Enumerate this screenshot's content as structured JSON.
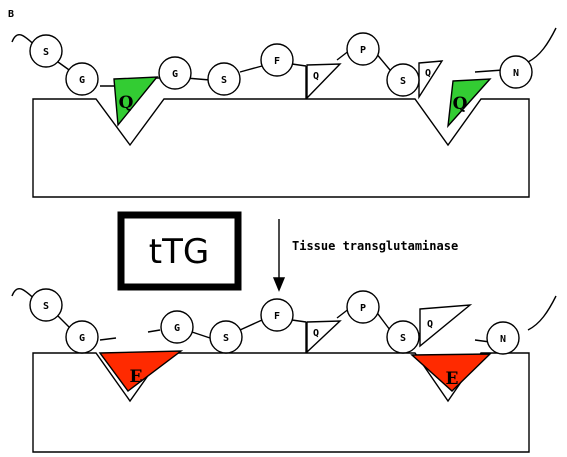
{
  "panel_label": "B",
  "enzyme_box": "tTG",
  "enzyme_caption": "Tissue transglutaminase",
  "colors": {
    "native_site": "#33cc33",
    "modified_site": "#ff2a00",
    "outline": "#000000"
  },
  "top_peptide": [
    "S",
    "G",
    "Q",
    "G",
    "S",
    "F",
    "Q",
    "P",
    "S",
    "Q",
    "Q",
    "N"
  ],
  "bottom_peptide": [
    "S",
    "G",
    "E",
    "G",
    "S",
    "F",
    "Q",
    "P",
    "S",
    "Q",
    "E",
    "N"
  ]
}
